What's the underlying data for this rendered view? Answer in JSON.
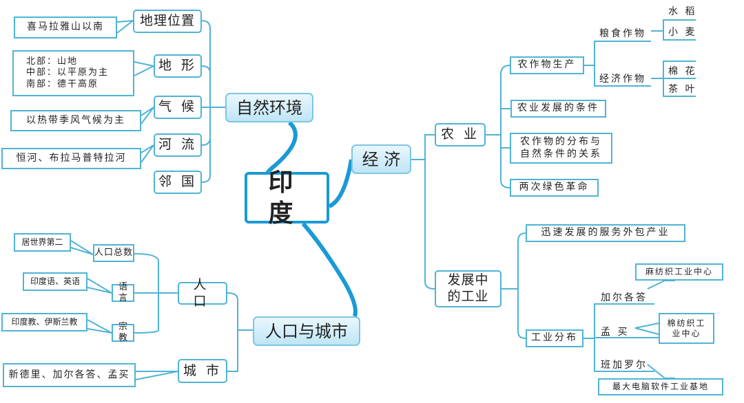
{
  "center": "印 度",
  "nature": {
    "title": "自然环境",
    "items": [
      {
        "label": "地理位置",
        "note": "喜马拉雅山以南"
      },
      {
        "label": "地 形",
        "note": "北部：山地\n中部：以平原为主\n南部：德干高原"
      },
      {
        "label": "气 候",
        "note": "以热带季风气候为主"
      },
      {
        "label": "河 流",
        "note": "恒河、布拉马普特拉河"
      },
      {
        "label": "邻 国"
      }
    ]
  },
  "economy": {
    "title": "经 济",
    "agriculture": {
      "label": "农 业",
      "items": [
        "农作物生产",
        "农业发展的条件",
        "农作物的分布与\n自然条件的关系",
        "两次绿色革命"
      ],
      "grain": {
        "label": "粮食作物",
        "crops": [
          "水 稻",
          "小 麦"
        ]
      },
      "cash": {
        "label": "经济作物",
        "crops": [
          "棉 花",
          "茶 叶"
        ]
      }
    },
    "industry": {
      "label": "发展中\n的工业",
      "items": [
        "迅速发展的服务外包产业",
        "工业分布"
      ],
      "cities": [
        {
          "name": "加尔各答",
          "note": "麻纺织工业中心"
        },
        {
          "name": "孟 买",
          "note": "棉纺织工\n业中心"
        },
        {
          "name": "班加罗尔",
          "note": "最大电脑软件工业基地"
        }
      ]
    }
  },
  "population": {
    "title": "人口与城市",
    "people": {
      "label": "人 口",
      "items": [
        {
          "label": "人口总数",
          "note": "居世界第二"
        },
        {
          "label": "语 言",
          "note": "印度语、英语"
        },
        {
          "label": "宗 教",
          "note": "印度教、伊斯兰教"
        }
      ]
    },
    "city": {
      "label": "城 市",
      "note": "新德里、加尔各答、孟买"
    }
  }
}
